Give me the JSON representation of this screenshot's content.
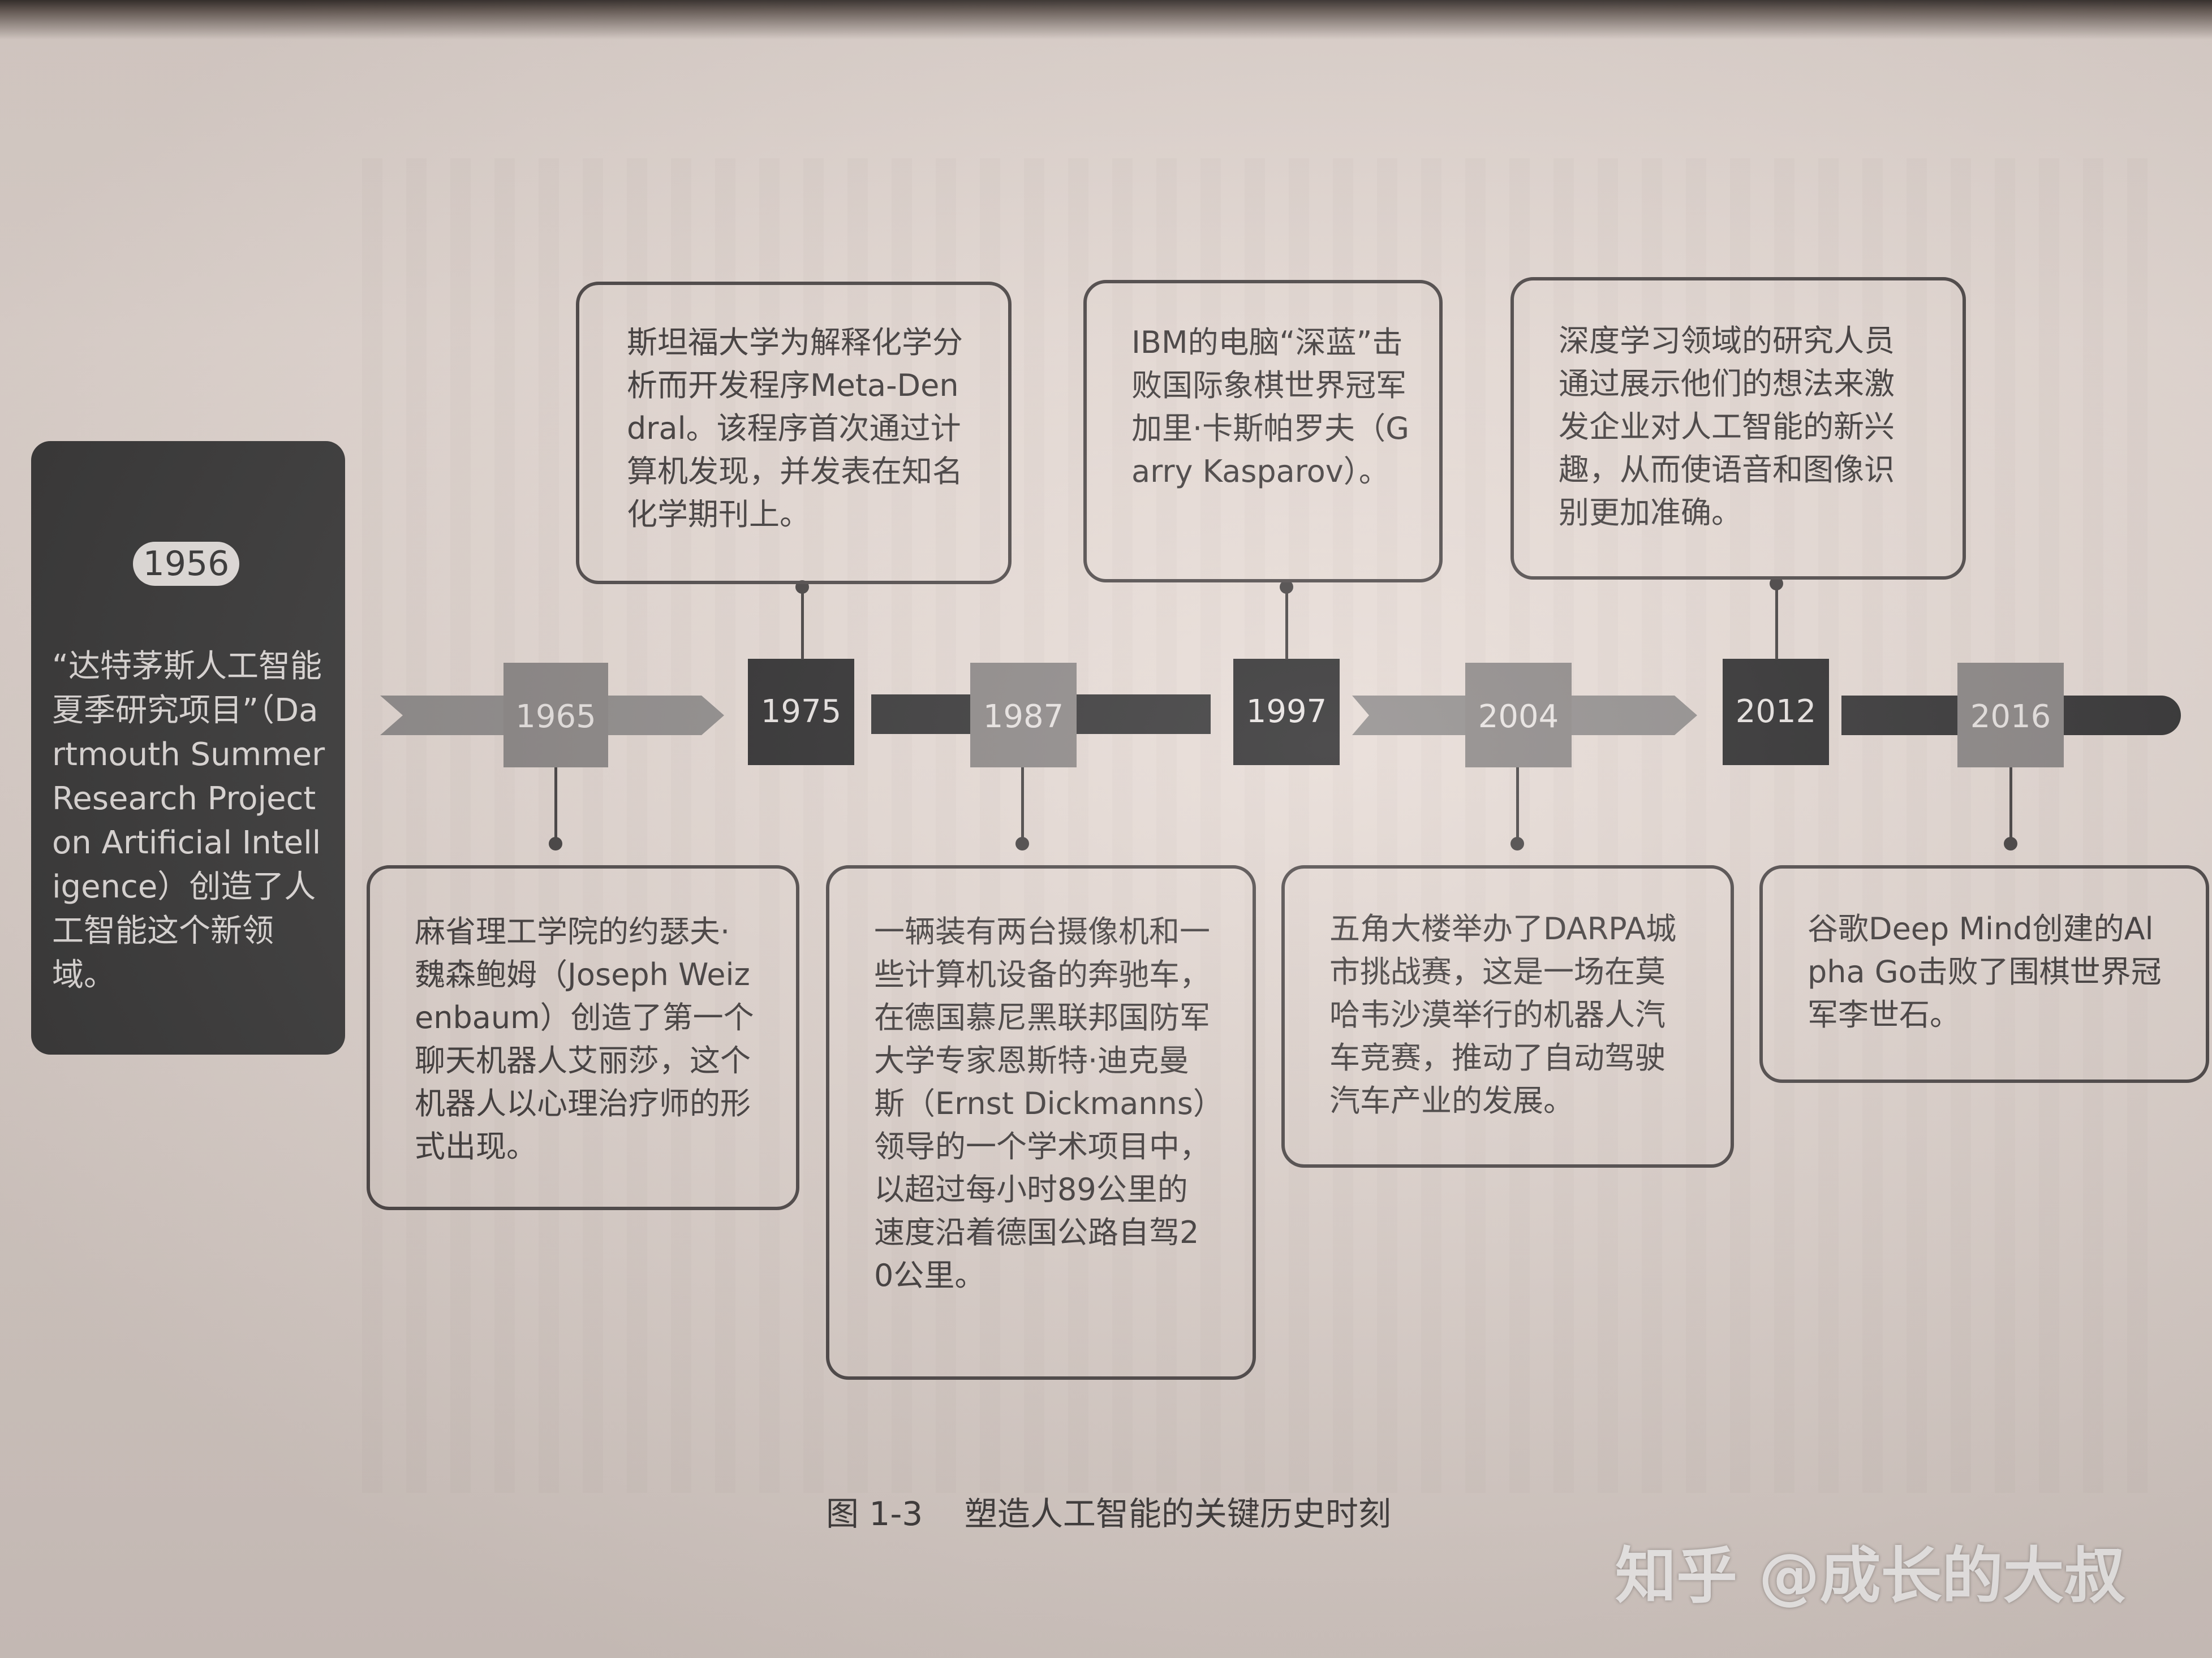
{
  "timeline": {
    "start": {
      "year": "1956",
      "text": "“达特茅斯人工智能夏季研究项目”（Dartmouth Summer Research Project on Artificial Intelligence）创造了人工智能这个新领域。"
    },
    "years": [
      "1965",
      "1975",
      "1987",
      "1997",
      "2004",
      "2012",
      "2016"
    ],
    "events_top": [
      {
        "year": "1975",
        "text": "斯坦福大学为解释化学分析而开发程序Meta-Dendral。该程序首次通过计算机发现，并发表在知名化学期刊上。"
      },
      {
        "year": "1997",
        "text": "IBM的电脑“深蓝”击败国际象棋世界冠军加里·卡斯帕罗夫（Garry Kasparov）。"
      },
      {
        "year": "2012",
        "text": "深度学习领域的研究人员通过展示他们的想法来激发企业对人工智能的新兴趣，从而使语音和图像识别更加准确。"
      }
    ],
    "events_bottom": [
      {
        "year": "1965",
        "text": "麻省理工学院的约瑟夫·魏森鲍姆（Joseph Weizenbaum）创造了第一个聊天机器人艾丽莎，这个机器人以心理治疗师的形式出现。"
      },
      {
        "year": "1987",
        "text": "一辆装有两台摄像机和一些计算机设备的奔驰车，在德国慕尼黑联邦国防军大学专家恩斯特·迪克曼斯（Ernst Dickmanns）领导的一个学术项目中，以超过每小时89公里的速度沿着德国公路自驾20公里。"
      },
      {
        "year": "2004",
        "text": "五角大楼举办了DARPA城市挑战赛，这是一场在莫哈韦沙漠举行的机器人汽车竞赛，推动了自动驾驶汽车产业的发展。"
      },
      {
        "year": "2016",
        "text": "谷歌Deep Mind创建的Alpha Go击败了围棋世界冠军李世石。"
      }
    ]
  },
  "caption": "图 1-3    塑造人工智能的关键历史时刻",
  "watermark": "知乎 @成长的大叔",
  "colors": {
    "dark": "#2f2e2f",
    "light": "#8d8988",
    "paper": "#ebdfd9"
  }
}
